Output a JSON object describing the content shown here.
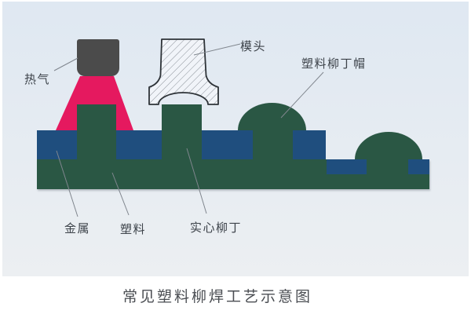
{
  "caption": "常见塑料柳焊工艺示意图",
  "labels": {
    "hot_gas": "热气",
    "die_head": "模头",
    "plastic_rivet_cap": "塑料柳丁帽",
    "metal": "金属",
    "plastic": "塑料",
    "solid_rivet": "实心柳丁"
  },
  "colors": {
    "panel_top": "#dfe8f2",
    "panel_bottom": "#ecefF2",
    "plastic_green": "#2a5744",
    "metal_blue": "#1f4e7e",
    "hot_gas_pink": "#e5195f",
    "nozzle_gray": "#4b4b4b",
    "die_fill": "#f1f4f9",
    "die_hatch": "#8a9098",
    "die_outline": "#2e3338",
    "leader_gray": "#80868e",
    "label_text": "#3d434a",
    "caption_text": "#4b4e53"
  }
}
